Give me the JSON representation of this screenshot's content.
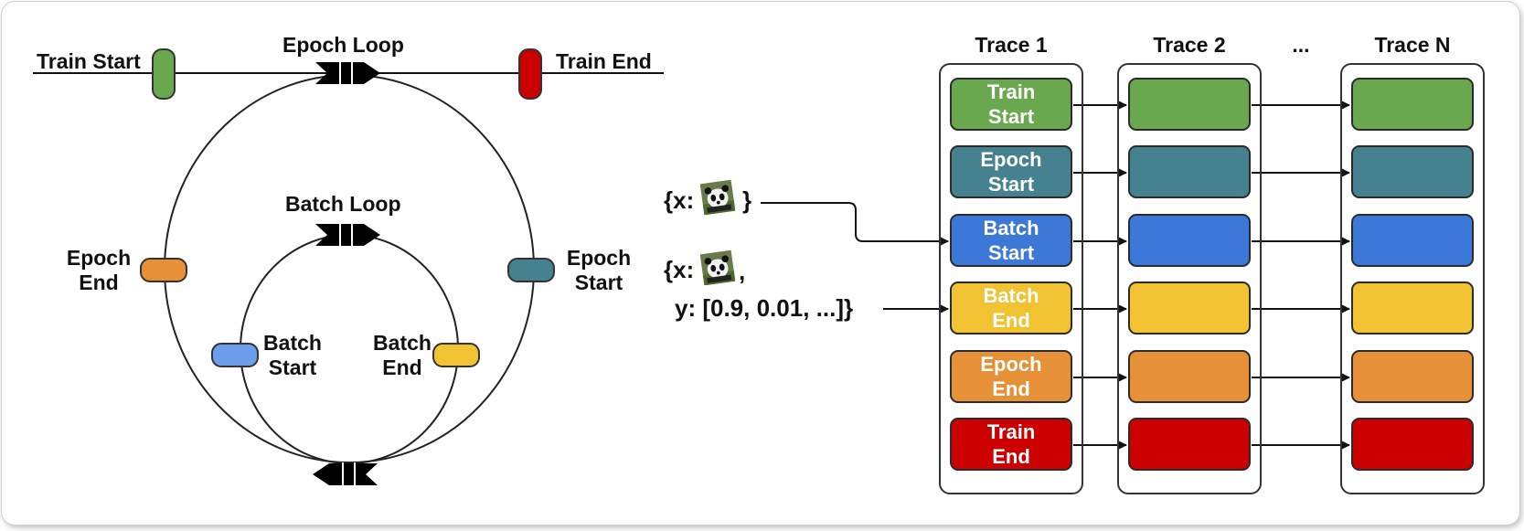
{
  "loop_diagram": {
    "train_start": "Train Start",
    "train_end": "Train End",
    "epoch_loop": "Epoch Loop",
    "batch_loop": "Batch Loop",
    "epoch_end": [
      "Epoch",
      "End"
    ],
    "epoch_start": [
      "Epoch",
      "Start"
    ],
    "batch_start": [
      "Batch",
      "Start"
    ],
    "batch_end": [
      "Batch",
      "End"
    ]
  },
  "inputs": {
    "input1_open": "{x:",
    "input1_close": "}",
    "input2_open": "{x:",
    "input2_comma": ",",
    "input2_y": "y: [0.9, 0.01, ...]}"
  },
  "traces": {
    "headers": [
      "Trace 1",
      "Trace 2",
      "...",
      "Trace N"
    ],
    "rows": [
      {
        "line1": "Train",
        "line2": "Start",
        "color": "#6aa84f"
      },
      {
        "line1": "Epoch",
        "line2": "Start",
        "color": "#45818e"
      },
      {
        "line1": "Batch",
        "line2": "Start",
        "color": "#3c78d8"
      },
      {
        "line1": "Batch",
        "line2": "End",
        "color": "#f1c232"
      },
      {
        "line1": "Epoch",
        "line2": "End",
        "color": "#e69138"
      },
      {
        "line1": "Train",
        "line2": "End",
        "color": "#cc0000"
      }
    ]
  },
  "colors": {
    "train_start": "#6aa84f",
    "epoch_start": "#45818e",
    "batch_start": "#6d9eeb",
    "batch_end": "#f1c232",
    "epoch_end": "#e69138",
    "train_end": "#cc0000"
  }
}
